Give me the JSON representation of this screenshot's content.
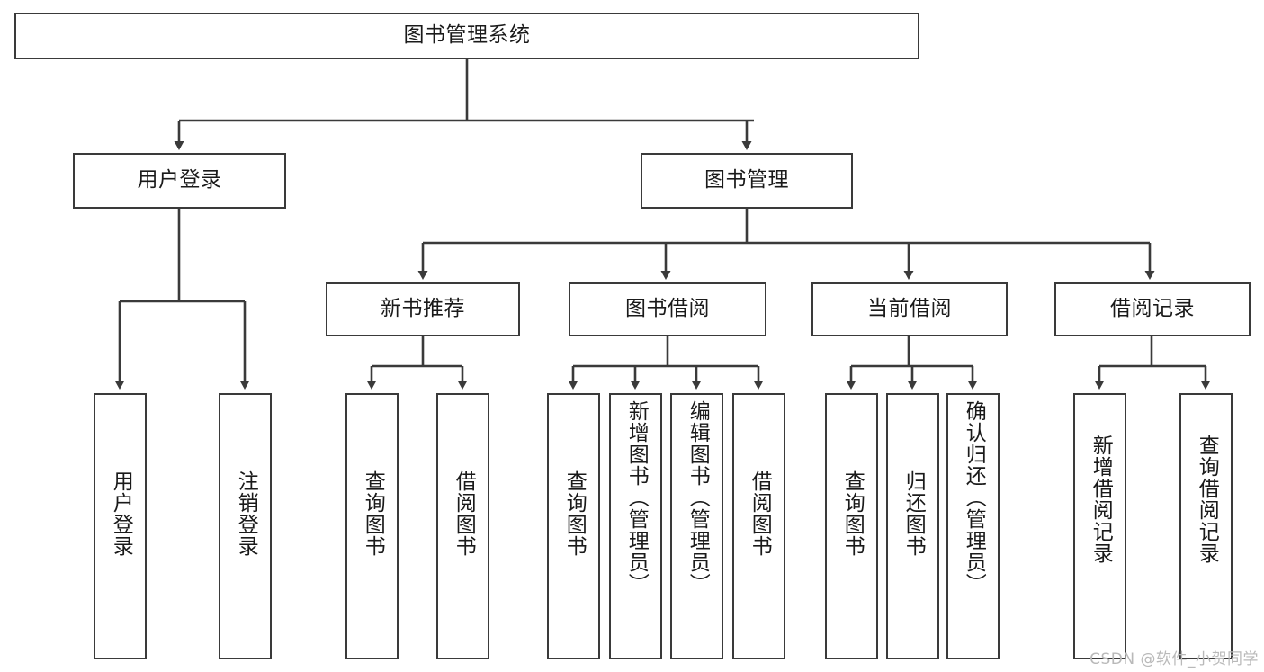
{
  "diagram": {
    "type": "tree",
    "title": "图书管理系统",
    "watermark": "CSDN @软件_小贺同学",
    "colors": {
      "stroke": "#3a3a3a",
      "fill": "#ffffff",
      "text": "#1a1a1a",
      "watermark": "#b9b9b9"
    },
    "nodes": {
      "root": {
        "label": "图书管理系统"
      },
      "level2": [
        {
          "id": "user-login",
          "label": "用户登录"
        },
        {
          "id": "book-manage",
          "label": "图书管理"
        }
      ],
      "level3": [
        {
          "id": "new-book-recommend",
          "label": "新书推荐"
        },
        {
          "id": "book-borrow",
          "label": "图书借阅"
        },
        {
          "id": "current-borrow",
          "label": "当前借阅"
        },
        {
          "id": "borrow-record",
          "label": "借阅记录"
        }
      ],
      "leaves": {
        "user_login": [
          {
            "id": "leaf-user-login",
            "label": "用户登录"
          },
          {
            "id": "leaf-logout-login",
            "label": "注销登录"
          }
        ],
        "new_book_recommend": [
          {
            "id": "leaf-query-book-1",
            "label": "查询图书"
          },
          {
            "id": "leaf-borrow-book-1",
            "label": "借阅图书"
          }
        ],
        "book_borrow": [
          {
            "id": "leaf-query-book-2",
            "label": "查询图书"
          },
          {
            "id": "leaf-add-book",
            "label": "新增图书（管理员）"
          },
          {
            "id": "leaf-edit-book",
            "label": "编辑图书（管理员）"
          },
          {
            "id": "leaf-borrow-book-2",
            "label": "借阅图书"
          }
        ],
        "current_borrow": [
          {
            "id": "leaf-query-book-3",
            "label": "查询图书"
          },
          {
            "id": "leaf-return-book",
            "label": "归还图书"
          },
          {
            "id": "leaf-confirm-return",
            "label": "确认归还（管理员）"
          }
        ],
        "borrow_record": [
          {
            "id": "leaf-add-record",
            "label": "新增借阅记录"
          },
          {
            "id": "leaf-query-record",
            "label": "查询借阅记录"
          }
        ]
      }
    }
  }
}
